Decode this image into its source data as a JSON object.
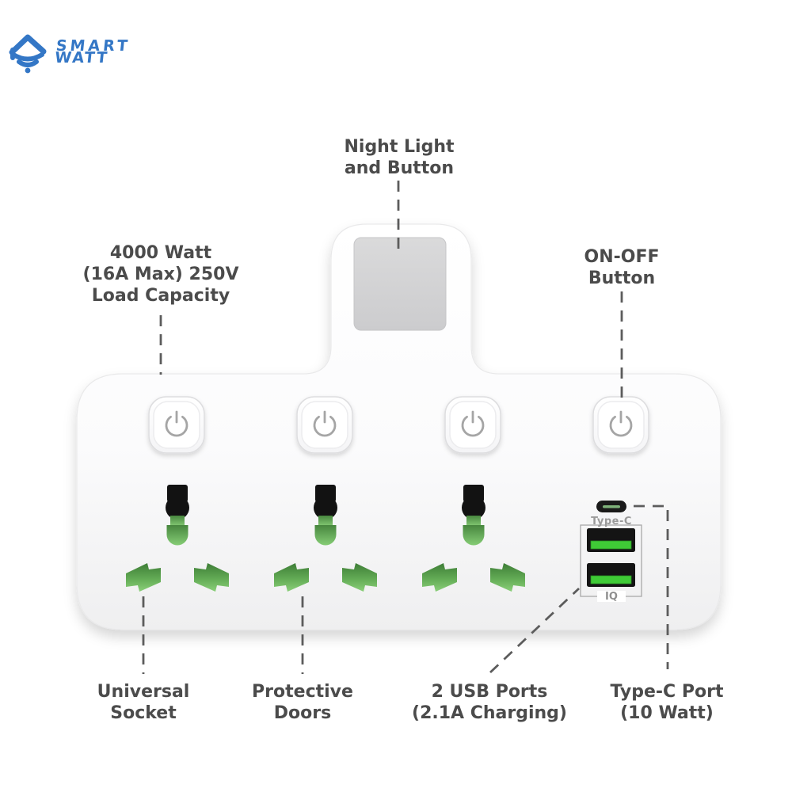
{
  "brand": {
    "line1": "SMART",
    "line2": "WATT",
    "color": "#3477C6"
  },
  "callouts": {
    "night_light": {
      "line1": "Night Light",
      "line2": "and Button"
    },
    "load_capacity": {
      "line1": "4000 Watt",
      "line2": "(16A Max) 250V",
      "line3": "Load Capacity"
    },
    "on_off_button": {
      "line1": "ON-OFF",
      "line2": "Button"
    },
    "universal_socket": {
      "line1": "Universal",
      "line2": "Socket"
    },
    "protective_doors": {
      "line1": "Protective",
      "line2": "Doors"
    },
    "usb_ports": {
      "line1": "2 USB Ports",
      "line2": "(2.1A Charging)"
    },
    "type_c_port": {
      "line1": "Type-C Port",
      "line2": "(10 Watt)"
    }
  },
  "device": {
    "type_c_label": "Type-C",
    "iq_label": "IQ",
    "colors": {
      "brand_blue": "#3477C6",
      "label_gray": "#4B4B4B",
      "dash_gray": "#5C5C5C",
      "door_green": "#5FAE54",
      "usb_green": "#3FCB36",
      "port_black": "#161616",
      "night_light_panel": "#D4D4D6"
    }
  }
}
